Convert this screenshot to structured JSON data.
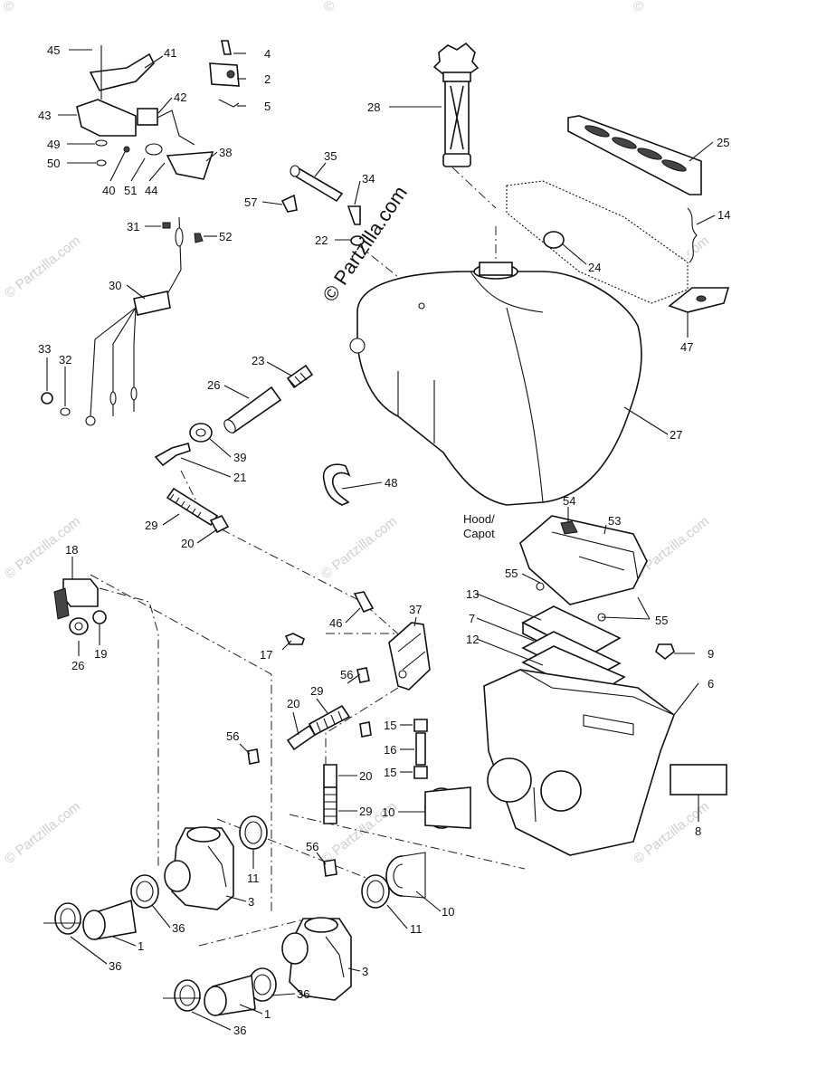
{
  "watermarks": {
    "main": "© Partzilla.com",
    "faint": "© Partzilla.com",
    "corner": "©"
  },
  "labels": {
    "hood": "Hood/",
    "capot": "Capot"
  },
  "callouts": {
    "c45": "45",
    "c41": "41",
    "c4": "4",
    "c2": "2",
    "c5": "5",
    "c42": "42",
    "c43": "43",
    "c38": "38",
    "c49": "49",
    "c50": "50",
    "c40": "40",
    "c51": "51",
    "c44": "44",
    "c28": "28",
    "c25": "25",
    "c35": "35",
    "c34": "34",
    "c57": "57",
    "c22": "22",
    "c14": "14",
    "c31": "31",
    "c52": "52",
    "c24": "24",
    "c30": "30",
    "c47": "47",
    "c33": "33",
    "c32": "32",
    "c23": "23",
    "c26a": "26",
    "c27": "27",
    "c39": "39",
    "c21": "21",
    "c48": "48",
    "c29a": "29",
    "c20a": "20",
    "c54": "54",
    "c53": "53",
    "c18": "18",
    "c55a": "55",
    "c55b": "55",
    "c37": "37",
    "c46": "46",
    "c13": "13",
    "c7": "7",
    "c12": "12",
    "c9": "9",
    "c26b": "26",
    "c19": "19",
    "c17": "17",
    "c56a": "56",
    "c6": "6",
    "c20b": "20",
    "c29b": "29",
    "c15a": "15",
    "c16": "16",
    "c56b": "56",
    "c15b": "15",
    "c20c": "20",
    "c29c": "29",
    "c10a": "10",
    "c8": "8",
    "c11a": "11",
    "c56c": "56",
    "c3a": "3",
    "c36a": "36",
    "c1a": "1",
    "c36b": "36",
    "c10b": "10",
    "c11b": "11",
    "c3b": "3",
    "c36c": "36",
    "c1b": "1",
    "c36d": "36"
  }
}
